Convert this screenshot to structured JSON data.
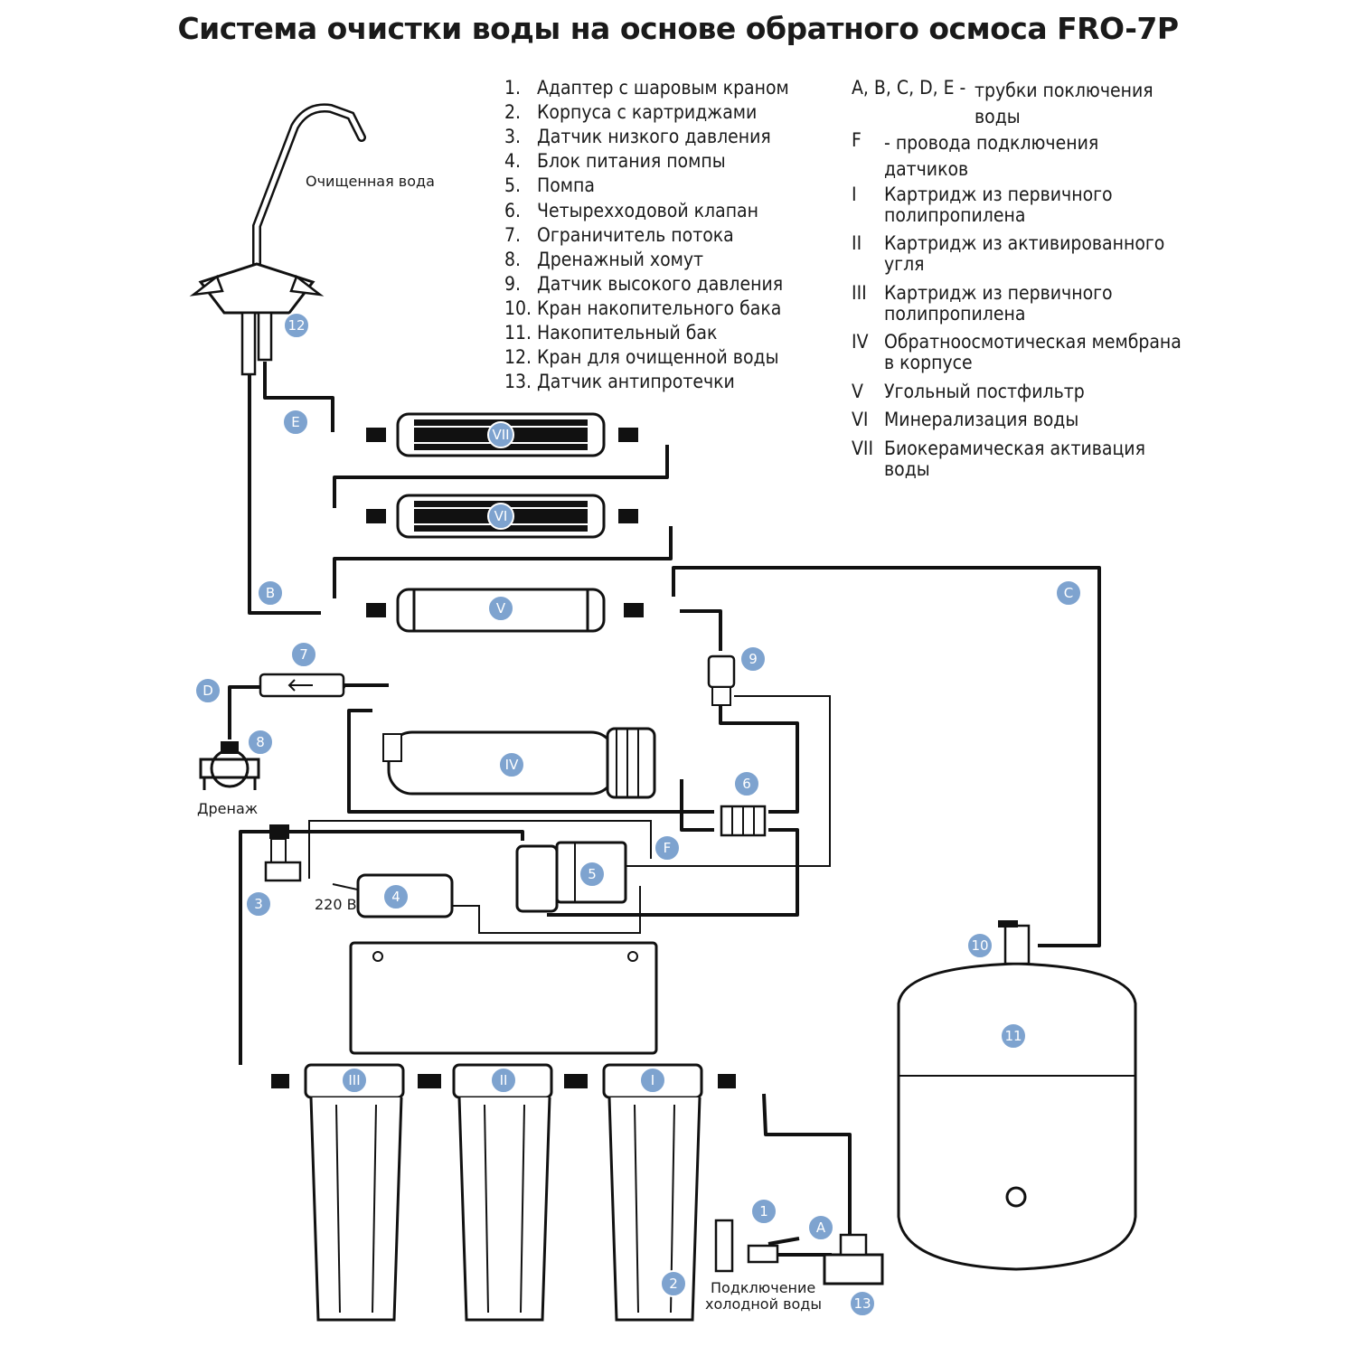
{
  "title": "Система очистки воды на основе обратного осмоса FRO-7P",
  "components": [
    {
      "num": "1.",
      "text": "Адаптер с шаровым краном"
    },
    {
      "num": "2.",
      "text": "Корпуса с картриджами"
    },
    {
      "num": "3.",
      "text": "Датчик низкого давления"
    },
    {
      "num": "4.",
      "text": "Блок питания помпы"
    },
    {
      "num": "5.",
      "text": "Помпа"
    },
    {
      "num": "6.",
      "text": "Четырехходовой клапан"
    },
    {
      "num": "7.",
      "text": "Ограничитель потока"
    },
    {
      "num": "8.",
      "text": "Дренажный хомут"
    },
    {
      "num": "9.",
      "text": "Датчик высокого давления"
    },
    {
      "num": "10.",
      "text": "Кран накопительного бака"
    },
    {
      "num": "11.",
      "text": "Накопительный бак"
    },
    {
      "num": "12.",
      "text": "Кран для очищенной воды"
    },
    {
      "num": "13.",
      "text": "Датчик антипротечки"
    }
  ],
  "legend": [
    {
      "key": "A, B, C, D, E -",
      "text": "трубки поключения воды"
    },
    {
      "key": "F",
      "text": "- провода подключения датчиков"
    },
    {
      "key": "I",
      "text": "Картридж из первичного полипропилена"
    },
    {
      "key": "II",
      "text": "Картридж из активированного угля"
    },
    {
      "key": "III",
      "text": "Картридж из первичного полипропилена"
    },
    {
      "key": "IV",
      "text": "Обратноосмотическая мембрана в корпусе"
    },
    {
      "key": "V",
      "text": "Угольный постфильтр"
    },
    {
      "key": "VI",
      "text": "Минерализация воды"
    },
    {
      "key": "VII",
      "text": "Биокерамическая активация воды"
    }
  ],
  "labels": {
    "clean_water": "Очищенная вода",
    "drain": "Дренаж",
    "voltage": "220 В",
    "cold_water_1": "Подключение",
    "cold_water_2": "холодной воды"
  },
  "badges": {
    "n1": "1",
    "n2": "2",
    "n3": "3",
    "n4": "4",
    "n5": "5",
    "n6": "6",
    "n7": "7",
    "n8": "8",
    "n9": "9",
    "n10": "10",
    "n11": "11",
    "n12": "12",
    "n13": "13",
    "A": "A",
    "B": "B",
    "C": "C",
    "D": "D",
    "E": "E",
    "F": "F",
    "I": "I",
    "II": "II",
    "III": "III",
    "IV": "IV",
    "V": "V",
    "VI": "VI",
    "VII": "VII"
  },
  "colors": {
    "badge": "#7ea3cf",
    "line": "#111111"
  }
}
